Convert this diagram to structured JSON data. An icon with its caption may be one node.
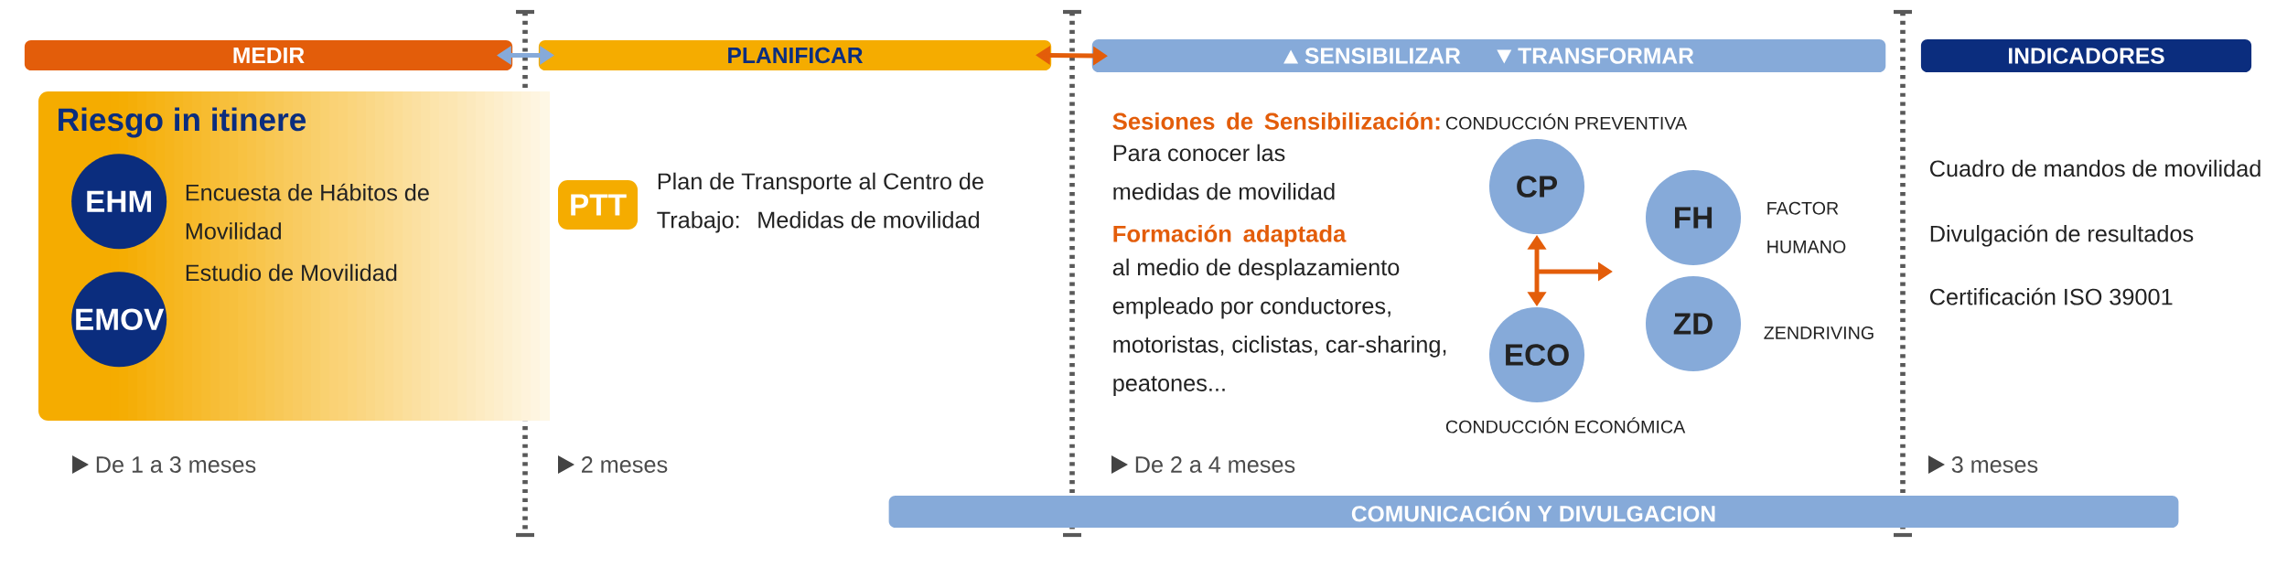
{
  "diagram": {
    "nodes": [
      {
        "text": [
          "MEDIR"
        ]
      },
      {
        "text": [
          "PLANIFICAR"
        ]
      },
      {
        "text": [
          "SENSIBILIZAR",
          "TRANSFORMAR"
        ]
      },
      {
        "text": [
          "INDICADORES"
        ]
      },
      {
        "text": [
          "Riesgo in itinere"
        ]
      },
      {
        "text": [
          "EHM"
        ],
        "in": 4,
        "beside": [
          "Encuesta de Hábitos de Movilidad"
        ]
      },
      {
        "text": [
          "EMOV"
        ],
        "in": 4,
        "beside": [
          "Estudio de Movilidad"
        ]
      },
      {
        "text": [
          "PTT"
        ],
        "beside": [
          "Plan de Transporte al Centro de Trabajo: Medidas de movilidad"
        ]
      },
      {
        "text": [
          "CP"
        ],
        "beside": [
          "CONDUCCIÓN PREVENTIVA"
        ]
      },
      {
        "text": [
          "FH"
        ],
        "beside": [
          "FACTOR HUMANO"
        ]
      },
      {
        "text": [
          "ZD"
        ],
        "beside": [
          "ZENDRIVING"
        ]
      },
      {
        "text": [
          "ECO"
        ],
        "beside": [
          "CONDUCCIÓN ECONÓMICA"
        ]
      },
      {
        "text": [
          "COMUNICACIÓN Y DIVULGACION"
        ]
      }
    ],
    "edges": [
      {
        "from": 0,
        "to": 1,
        "arrow": "both",
        "color": "#86aad9"
      },
      {
        "from": 1,
        "to": 2,
        "arrow": "both",
        "color": "#e35d0a"
      },
      {
        "from": 8,
        "to": 11,
        "arrow": "both",
        "color": "#e35d0a"
      }
    ],
    "labels": [
      "Sesiones de Sensibilización:",
      "Para conocer las medidas de movilidad",
      "Formación adaptada",
      "al medio de desplazamiento empleado por conductores, motoristas, ciclistas, car-sharing, peatones...",
      "Cuadro de mandos de movilidad",
      "Divulgación de resultados",
      "Certificación ISO 39001",
      "De 1 a 3 meses",
      "2 meses",
      "De 2 a 4 meses",
      "3 meses"
    ]
  }
}
